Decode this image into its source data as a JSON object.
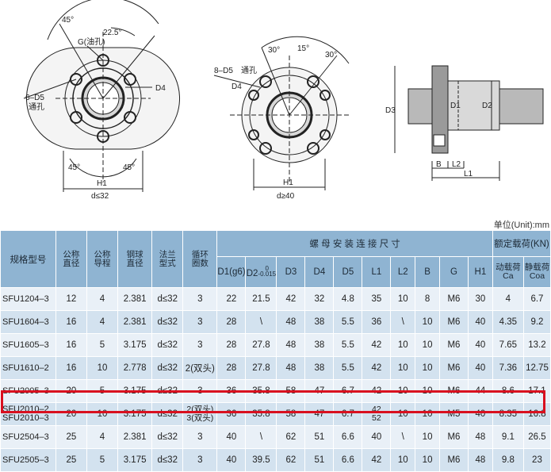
{
  "drawings": {
    "left": {
      "angle_top": "45°",
      "angle_inner": "22.5°",
      "g_label": "G(油孔)",
      "hole_label": "6–D5",
      "hole_note": "通孔",
      "d4": "D4",
      "h1": "H1",
      "dim": "d≤32",
      "angle_bl": "45°",
      "angle_br": "45°"
    },
    "middle": {
      "angle_a": "30°",
      "angle_b": "15°",
      "angle_c": "30°",
      "hole_label": "8–D5",
      "hole_note": "通孔",
      "d4": "D4",
      "h1": "H1",
      "dim": "d≥40"
    },
    "right": {
      "d3": "D3",
      "d1": "D1",
      "d2": "D2",
      "b": "B",
      "l2": "L2",
      "l1": "L1"
    }
  },
  "unit_text": "单位(Unit):mm",
  "headers": {
    "model": "规格型号",
    "nominal_dia": "公称\n直径",
    "lead": "公称\n导程",
    "ball_dia": "钢球\n直径",
    "flange": "法兰\n型式",
    "circuits": "循环\n圈数",
    "nut_dims": "螺 母 安 装 连 接 尺 寸",
    "rated_load": "额定载荷(KN)",
    "D1": "D1(g6)",
    "D2": "D2",
    "D2_tol": "0\n-0.015",
    "D3": "D3",
    "D4": "D4",
    "D5": "D5",
    "L1": "L1",
    "L2": "L2",
    "B": "B",
    "G": "G",
    "H1": "H1",
    "ca": "动载荷\nCa",
    "coa": "静载荷\nCoa"
  },
  "rows": [
    [
      "SFU1204–3",
      "12",
      "4",
      "2.381",
      "d≤32",
      "3",
      "22",
      "21.5",
      "42",
      "32",
      "4.8",
      "35",
      "10",
      "8",
      "M6",
      "30",
      "4",
      "6.7"
    ],
    [
      "SFU1604–3",
      "16",
      "4",
      "2.381",
      "d≤32",
      "3",
      "28",
      "\\",
      "48",
      "38",
      "5.5",
      "36",
      "\\",
      "10",
      "M6",
      "40",
      "4.35",
      "9.2"
    ],
    [
      "SFU1605–3",
      "16",
      "5",
      "3.175",
      "d≤32",
      "3",
      "28",
      "27.8",
      "48",
      "38",
      "5.5",
      "42",
      "10",
      "10",
      "M6",
      "40",
      "7.65",
      "13.2"
    ],
    [
      "SFU1610–2",
      "16",
      "10",
      "2.778",
      "d≤32",
      "2(双头)",
      "28",
      "27.8",
      "48",
      "38",
      "5.5",
      "42",
      "10",
      "10",
      "M6",
      "40",
      "7.36",
      "12.75"
    ],
    [
      "SFU2005–3",
      "20",
      "5",
      "3.175",
      "d≤32",
      "3",
      "36",
      "35.8",
      "58",
      "47",
      "6.7",
      "42",
      "10",
      "10",
      "M6",
      "44",
      "8.6",
      "17.1"
    ],
    [
      "SFU2010–2\nSFU2010–3",
      "20",
      "10",
      "3.175",
      "d≤32",
      "2(双头)\n3(双头)",
      "36",
      "35.8",
      "58",
      "47",
      "6.7",
      "42\n52",
      "10",
      "10",
      "M5",
      "40",
      "8.35",
      "16.8"
    ],
    [
      "SFU2504–3",
      "25",
      "4",
      "2.381",
      "d≤32",
      "3",
      "40",
      "\\",
      "62",
      "51",
      "6.6",
      "40",
      "\\",
      "10",
      "M6",
      "48",
      "9.1",
      "26.5"
    ],
    [
      "SFU2505–3",
      "25",
      "5",
      "3.175",
      "d≤32",
      "3",
      "40",
      "39.5",
      "62",
      "51",
      "6.6",
      "42",
      "10",
      "10",
      "M6",
      "48",
      "9.8",
      "23"
    ]
  ],
  "highlight_color": "#d9101f"
}
